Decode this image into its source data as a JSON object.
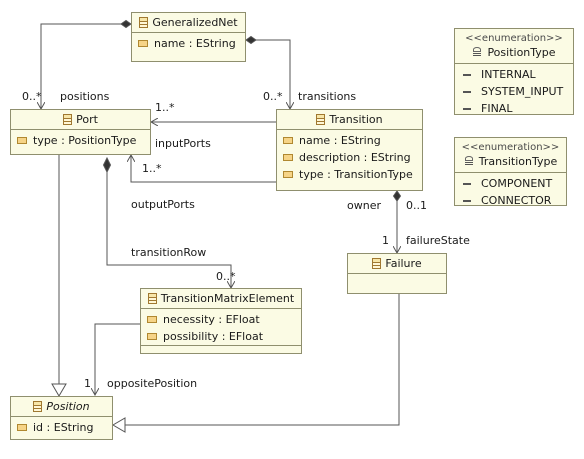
{
  "classes": {
    "generalized_net": {
      "name": "GeneralizedNet",
      "attributes": [
        "name : EString"
      ]
    },
    "port": {
      "name": "Port",
      "attributes": [
        "type : PositionType"
      ]
    },
    "transition": {
      "name": "Transition",
      "attributes": [
        "name : EString",
        "description : EString",
        "type : TransitionType"
      ]
    },
    "failure": {
      "name": "Failure",
      "attributes": []
    },
    "transition_matrix_element": {
      "name": "TransitionMatrixElement",
      "attributes": [
        "necessity : EFloat",
        "possibility : EFloat"
      ]
    },
    "position": {
      "name": "Position",
      "attributes": [
        "id : EString"
      ]
    }
  },
  "enums": {
    "position_type": {
      "stereotype": "<<enumeration>>",
      "name": "PositionType",
      "literals": [
        "INTERNAL",
        "SYSTEM_INPUT",
        "FINAL"
      ]
    },
    "transition_type": {
      "stereotype": "<<enumeration>>",
      "name": "TransitionType",
      "literals": [
        "COMPONENT",
        "CONNECTOR"
      ]
    }
  },
  "edge_labels": {
    "positions_mult": "0..*",
    "positions": "positions",
    "transitions_mult": "0..*",
    "transitions": "transitions",
    "input_ports_mult": "1..*",
    "input_ports": "inputPorts",
    "output_ports_mult": "1..*",
    "output_ports": "outputPorts",
    "owner": "owner",
    "owner_mult": "0..1",
    "failure_state_mult": "1",
    "failure_state": "failureState",
    "transition_row": "transitionRow",
    "transition_row_mult": "0..*",
    "opposite_position_mult": "1",
    "opposite_position": "oppositePosition"
  }
}
